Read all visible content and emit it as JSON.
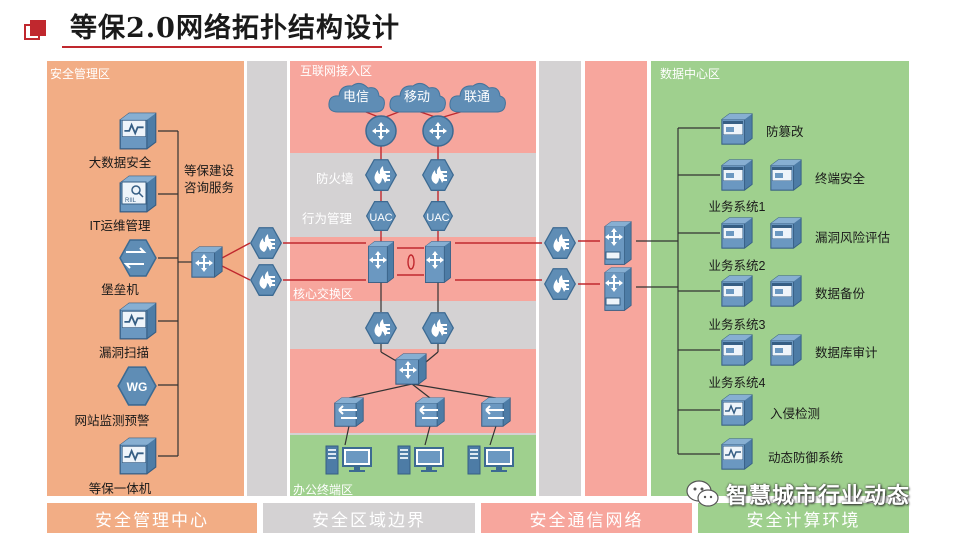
{
  "title": "等保2.0网络拓扑结构设计",
  "zones": {
    "security_management": "安全管理区",
    "internet_access": "互联网接入区",
    "core_switching": "核心交换区",
    "office_terminal": "办公终端区",
    "data_center": "数据中心区"
  },
  "isps": [
    "电信",
    "移动",
    "联通"
  ],
  "internet_rows": [
    "防火墙",
    "行为管理"
  ],
  "uac_label": "UAC",
  "wg_label": "WG",
  "consulting": [
    "等保建设",
    "咨询服务"
  ],
  "left_items": [
    "大数据安全",
    "IT运维管理",
    "堡垒机",
    "漏洞扫描",
    "网站监测预警",
    "等保一体机"
  ],
  "right_items": [
    "防篡改",
    "终端安全",
    "业务系统1",
    "漏洞风险评估",
    "业务系统2",
    "数据备份",
    "业务系统3",
    "数据库审计",
    "业务系统4",
    "入侵检测",
    "动态防御系统"
  ],
  "footer": [
    "安全管理中心",
    "安全区域边界",
    "安全通信网络",
    "安全计算环境"
  ],
  "watermark": "智慧城市行业动态",
  "colors": {
    "orange": "#f2ad85",
    "gray": "#d4d2d3",
    "salmon": "#f7a69d",
    "green": "#9fd08e",
    "device": "#5f8db5",
    "red_line": "#c0282e"
  }
}
